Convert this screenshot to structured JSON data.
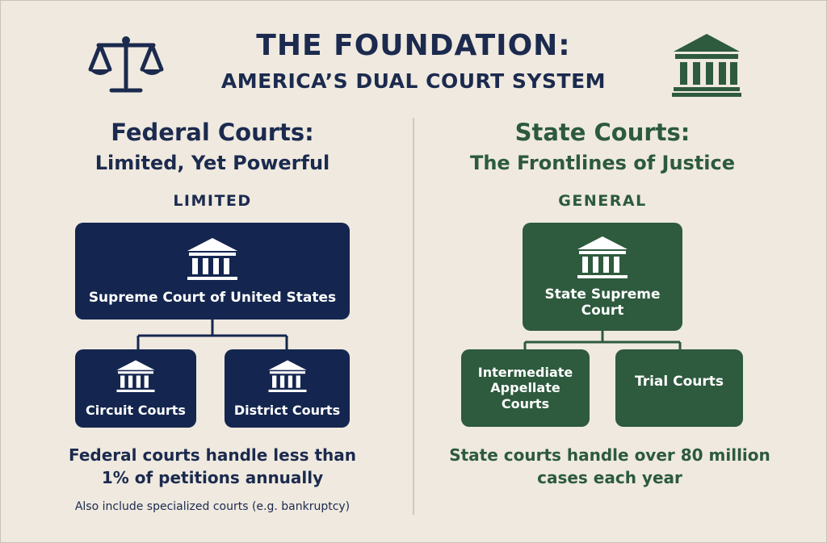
{
  "header": {
    "title": "THE FOUNDATION:",
    "subtitle": "AMERICA’S DUAL COURT SYSTEM"
  },
  "federal": {
    "heading": "Federal Courts:",
    "subheading": "Limited, Yet Powerful",
    "tag": "LIMITED",
    "top_court": "Supreme Court of United States",
    "child_left": "Circuit Courts",
    "child_right": "District Courts",
    "stat_line1": "Federal courts handle less than",
    "stat_line2": "1% of petitions annually",
    "note": "Also include specialized courts (e.g. bankruptcy)"
  },
  "state": {
    "heading": "State Courts:",
    "subheading": "The Frontlines of Justice",
    "tag": "GENERAL",
    "top_court_line1": "State Supreme",
    "top_court_line2": "Court",
    "child_left_line1": "Intermediate",
    "child_left_line2": "Appellate",
    "child_left_line3": "Courts",
    "child_right": "Trial Courts",
    "stat_line1": "State courts handle over 80 million",
    "stat_line2": "cases each year"
  },
  "colors": {
    "navy": "#14264f",
    "green": "#2e5a3e",
    "background": "#efe9df"
  },
  "icons": {
    "header_left": "scales-of-justice-icon",
    "header_right": "courthouse-icon",
    "box": "courthouse-icon"
  }
}
